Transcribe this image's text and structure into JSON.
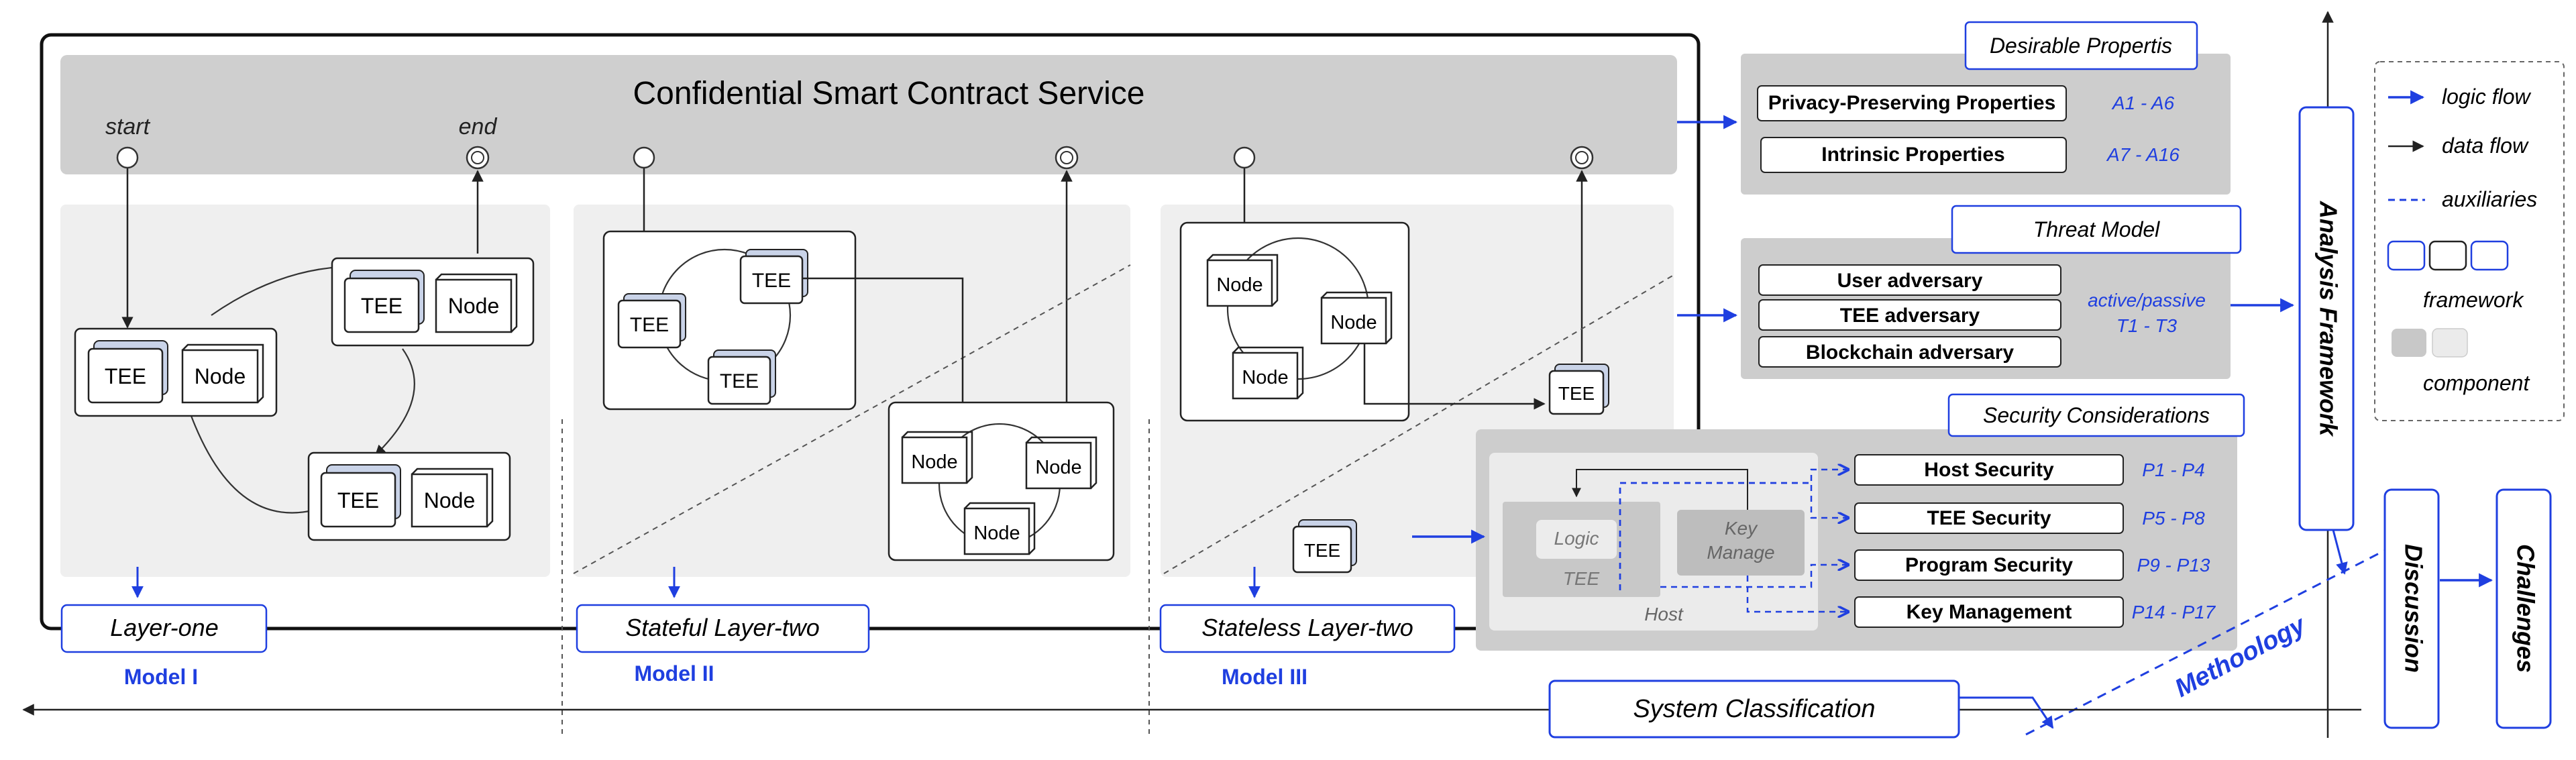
{
  "service": {
    "title": "Confidential Smart Contract Service",
    "start_label": "start",
    "end_label": "end"
  },
  "components": {
    "tee": "TEE",
    "node": "Node",
    "logic": "Logic",
    "key_manage_line1": "Key",
    "key_manage_line2": "Manage",
    "host": "Host"
  },
  "layers": {
    "one": {
      "label": "Layer-one",
      "model": "Model I"
    },
    "stateful": {
      "label": "Stateful Layer-two",
      "model": "Model II"
    },
    "stateless": {
      "label": "Stateless Layer-two",
      "model": "Model III"
    }
  },
  "desirable": {
    "title": "Desirable Propertis",
    "items": [
      {
        "label": "Privacy-Preserving Properties",
        "range": "A1 - A6"
      },
      {
        "label": "Intrinsic Properties",
        "range": "A7 - A16"
      }
    ]
  },
  "threat": {
    "title": "Threat Model",
    "items": [
      "User adversary",
      "TEE adversary",
      "Blockchain adversary"
    ],
    "range_line1": "active/passive",
    "range_line2": "T1 - T3"
  },
  "security": {
    "title": "Security Considerations",
    "items": [
      {
        "label": "Host Security",
        "range": "P1 - P4"
      },
      {
        "label": "TEE Security",
        "range": "P5 - P8"
      },
      {
        "label": "Program Security",
        "range": "P9 - P13"
      },
      {
        "label": "Key Management",
        "range": "P14 - P17"
      }
    ]
  },
  "right": {
    "analysis": "Analysis Framework",
    "discussion": "Discussion",
    "challenges": "Challenges",
    "methodology": "Methoology",
    "system_classification": "System Classification"
  },
  "legend": {
    "logic_flow": "logic flow",
    "data_flow": "data flow",
    "auxiliaries": "auxiliaries",
    "framework": "framework",
    "component": "component"
  },
  "colors": {
    "accent_blue": "#1f3fe0",
    "panel_gray": "#cdcdcd",
    "layer_gray": "#efefef",
    "tee_fill": "#c9d3e8"
  }
}
